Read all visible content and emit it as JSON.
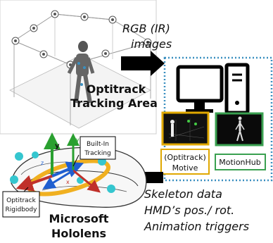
{
  "labels": {
    "rgb_ir": "RGB (IR)",
    "images": "images",
    "area_line1": "Optitrack",
    "area_line2": "Tracking Area",
    "motive_line1": "(Optitrack)",
    "motive_line2": "Motive",
    "motionhub": "MotionHub",
    "skeleton": "Skeleton data",
    "hmd": "HMD’s pos./ rot.",
    "triggers": "Animation triggers",
    "hololens_line1": "Microsoft",
    "hololens_line2": "Hololens",
    "builtin_line1": "Built-In",
    "builtin_line2": "Tracking",
    "rigidbody_line1": "Optitrack",
    "rigidbody_line2": "Rigidbody",
    "axis_y": "y",
    "axis_z": "z",
    "axis_x": "x"
  },
  "colors": {
    "dotted_border": "#3a8fc0",
    "motive_border": "#e0a800",
    "motionhub_border": "#3aa050",
    "marker": "#35c6cf",
    "ring": "#f0b020",
    "axis_green": "#2aa030",
    "axis_blue": "#1f5fd0",
    "axis_red": "#c0302a"
  }
}
